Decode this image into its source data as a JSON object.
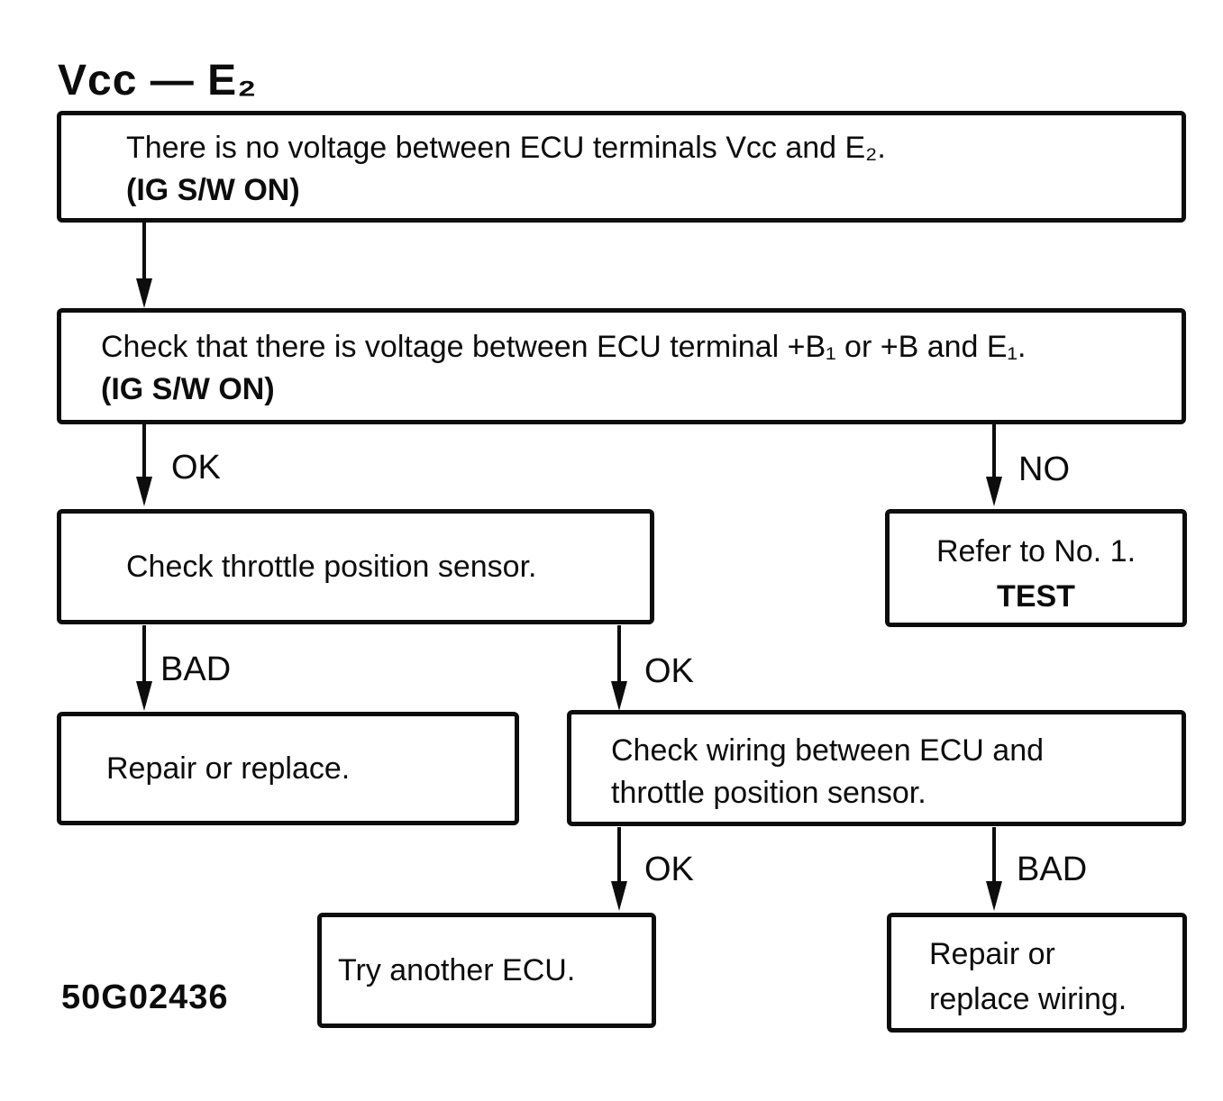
{
  "title": "Vcc — E₂",
  "figure_code": "50G02436",
  "nodes": {
    "no_voltage": {
      "line1": "There is no voltage between ECU terminals Vcc and E₂.",
      "line2": "(IG S/W ON)"
    },
    "check_b_voltage": {
      "line1": "Check that there is voltage between ECU terminal +B₁ or +B and E₁.",
      "line2": "(IG S/W ON)"
    },
    "check_throttle_sensor": {
      "text": "Check throttle position sensor."
    },
    "refer_test": {
      "line1": "Refer to No. 1.",
      "line2": "TEST"
    },
    "repair_replace": {
      "text": "Repair or replace."
    },
    "check_wiring": {
      "line1": "Check wiring between ECU and",
      "line2": "throttle position sensor."
    },
    "try_another_ecu": {
      "text": "Try another ECU."
    },
    "repair_wiring": {
      "line1": "Repair or",
      "line2": "replace wiring."
    }
  },
  "edges": {
    "ok1": "OK",
    "no1": "NO",
    "bad1": "BAD",
    "ok2": "OK",
    "ok3": "OK",
    "bad2": "BAD"
  },
  "colors": {
    "ink": "#0d0d0d",
    "paper": "#ffffff"
  }
}
